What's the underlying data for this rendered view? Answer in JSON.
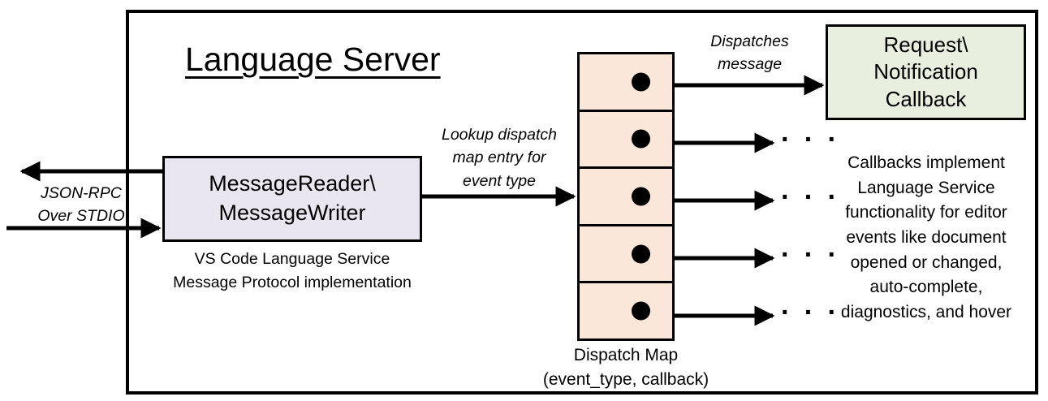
{
  "diagram": {
    "title": "Language Server",
    "boundary_name": "Language Server boundary"
  },
  "colors": {
    "message_box_fill": "#E9E6EF",
    "dispatch_map_fill": "#FBE6DA",
    "callback_box_fill": "#E9EFDE",
    "stroke": "#000000",
    "background": "#FFFFFF"
  },
  "message_io": {
    "line1": "MessageReader\\",
    "line2": "MessageWriter",
    "caption_line1": "VS Code Language Service",
    "caption_line2": "Message Protocol implementation"
  },
  "transport": {
    "label_line1": "JSON-RPC",
    "label_line2": "Over STDIO",
    "outbound_arrow": "arrow pointing left out of server",
    "inbound_arrow": "arrow pointing right into server"
  },
  "lookup": {
    "label_line1": "Lookup dispatch",
    "label_line2": "map entry for",
    "label_line3": "event type"
  },
  "dispatch_map": {
    "caption_line1": "Dispatch Map",
    "caption_line2": "(event_type, callback)",
    "cell_count": 5,
    "cells": [
      {
        "index": 1,
        "has_dot": true,
        "target": "Request\\Notification Callback"
      },
      {
        "index": 2,
        "has_dot": true,
        "target": "..."
      },
      {
        "index": 3,
        "has_dot": true,
        "target": "..."
      },
      {
        "index": 4,
        "has_dot": true,
        "target": "..."
      },
      {
        "index": 5,
        "has_dot": true,
        "target": "..."
      }
    ]
  },
  "dispatch": {
    "label_line1": "Dispatches",
    "label_line2": "message"
  },
  "callback": {
    "line1": "Request\\",
    "line2": "Notification",
    "line3": "Callback",
    "caption_line1": "Callbacks implement",
    "caption_line2": "Language Service",
    "caption_line3": "functionality for editor",
    "caption_line4": "events like document",
    "caption_line5": "opened or changed,",
    "caption_line6": "auto-complete,",
    "caption_line7": "diagnostics, and hover"
  },
  "ellipsis": {
    "glyph": "· · ·",
    "row2": "· · ·",
    "row3": "· · ·",
    "row4": "· · ·",
    "row5": "· · ·"
  }
}
